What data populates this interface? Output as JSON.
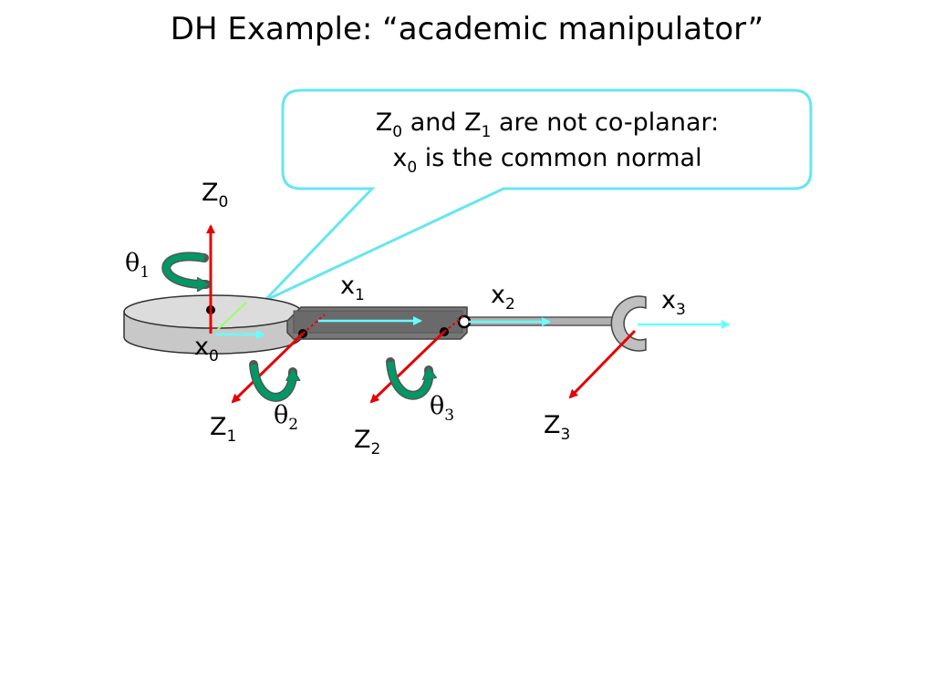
{
  "title": "DH Example: “academic manipulator”",
  "callout": {
    "line1": {
      "a": "Z",
      "a_sub": "0",
      "b": " and Z",
      "b_sub": "1",
      "c": " are not co-planar:"
    },
    "line2": {
      "a": "x",
      "a_sub": "0",
      "b": " is the common normal"
    }
  },
  "labels": {
    "z0": {
      "main": "Z",
      "sub": "0"
    },
    "z1": {
      "main": "Z",
      "sub": "1"
    },
    "z2": {
      "main": "Z",
      "sub": "2"
    },
    "z3": {
      "main": "Z",
      "sub": "3"
    },
    "x0": {
      "main": "x",
      "sub": "0"
    },
    "x1": {
      "main": "x",
      "sub": "1"
    },
    "x2": {
      "main": "x",
      "sub": "2"
    },
    "x3": {
      "main": "x",
      "sub": "3"
    },
    "theta1": {
      "main": "θ",
      "sub": "1"
    },
    "theta2": {
      "main": "θ",
      "sub": "2"
    },
    "theta3": {
      "main": "θ",
      "sub": "3"
    }
  },
  "colors": {
    "z_axis": "#e60000",
    "x_axis": "#66ffff",
    "rotation_arrow": "#009966",
    "callout_border": "#66e6f0",
    "link_dark": "#777777",
    "base_grey": "#c8c8c8"
  }
}
